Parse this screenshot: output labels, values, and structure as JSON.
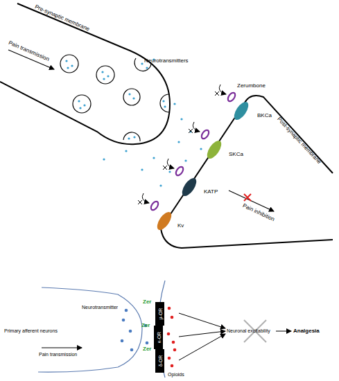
{
  "diagram": {
    "nodes": [
      {
        "text": [
          "BKCa"
        ]
      },
      {
        "text": [
          "SKCa"
        ]
      },
      {
        "text": [
          "KATP"
        ]
      },
      {
        "text": [
          "Kv"
        ]
      },
      {
        "text": [
          "μ-OR"
        ]
      },
      {
        "text": [
          "κ-OR"
        ]
      },
      {
        "text": [
          "δ-OR"
        ]
      }
    ],
    "labels": [
      "Pre-synaptic membrane",
      "Pain transmission",
      "Neurotransmitters",
      "Zerumbone",
      "Post-synaptic membrane",
      "Pain inhibition",
      "Primary afferent neurons",
      "Pain transmission",
      "Neurotransmitter",
      "Zer",
      "Zer",
      "Zer",
      "Opioids",
      "Neuronal excitability",
      "Analgesia"
    ]
  }
}
